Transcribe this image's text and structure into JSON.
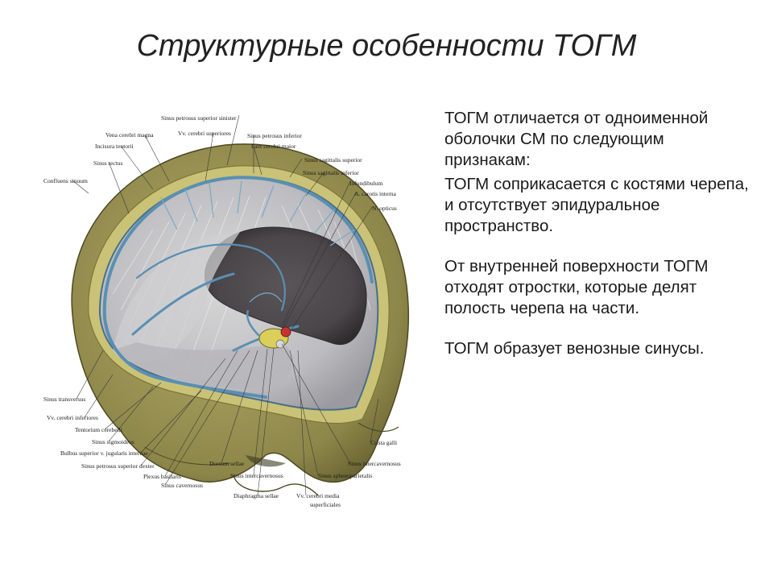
{
  "slide": {
    "title": "Структурные особенности ТОГМ",
    "bullets": [
      "ТОГМ отличается от одноименной оболочки СМ по следующим признакам:",
      "ТОГМ соприкасается с костями черепа, и отсутствует эпидуральное пространство.",
      "От внутренней поверхности ТОГМ отходят отростки, которые делят полость черепа на части.",
      "ТОГМ образует венозные синусы."
    ]
  },
  "figure": {
    "labels": [
      "Sinus petrosus superior sinister",
      "Vena cerebri magna",
      "Vv. cerebri superiores",
      "Incisura tentorii",
      "Sinus petrosus inferior",
      "Falx cerebri maior",
      "Sinus sagittalis superior",
      "Sinus rectus",
      "Sinus sagittalis inferior",
      "Infundibulum",
      "Confluens sinuum",
      "A. carotis interna",
      "N. opticus",
      "Sinus transversus",
      "Vv. cerebri inferiores",
      "Tentorium cerebelli",
      "Crista galli",
      "Sinus sigmoideus",
      "Bulbus superior v. jugularis internae",
      "Dorsum sellae",
      "Sinus intercavernosus",
      "Sinus petrosus superior dexter",
      "Plexus basilaris",
      "Sinus intercavernosus",
      "Sinus sphenoparietalis",
      "Sinus cavernosus",
      "Diaphragma sellae",
      "Vv. cerebri media",
      "superficiales"
    ]
  }
}
